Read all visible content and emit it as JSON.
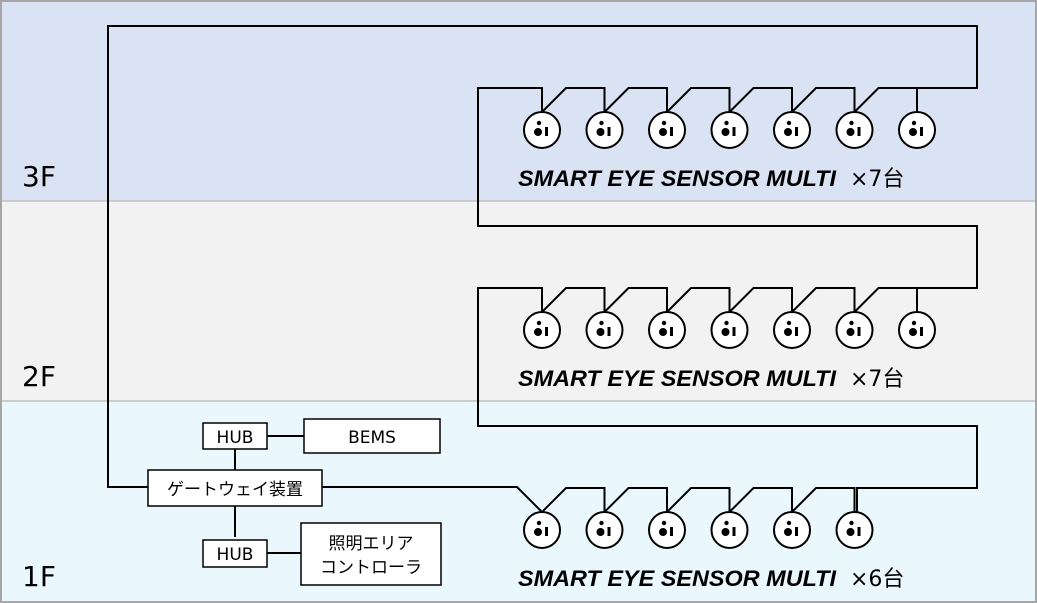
{
  "floors": [
    {
      "label": "3F",
      "color": "#dae3f3",
      "sensor_count": 7,
      "caption_name": "SMART EYE SENSOR MULTI",
      "caption_count": "×7台"
    },
    {
      "label": "2F",
      "color": "#f2f2f2",
      "sensor_count": 7,
      "caption_name": "SMART EYE SENSOR MULTI",
      "caption_count": "×7台"
    },
    {
      "label": "1F",
      "color": "#eaf8fd",
      "sensor_count": 6,
      "caption_name": "SMART EYE SENSOR MULTI",
      "caption_count": "×6台"
    }
  ],
  "devices": {
    "gateway": "ゲートウェイ装置",
    "hub_top": "HUB",
    "hub_bottom": "HUB",
    "bems": "BEMS",
    "lighting_controller_line1": "照明エリア",
    "lighting_controller_line2": "コントローラ"
  },
  "sensor_icon": "smart-eye-sensor-icon",
  "colors": {
    "border": "#a6a6a6",
    "line": "#000000",
    "divider": "#bfbfbf"
  }
}
